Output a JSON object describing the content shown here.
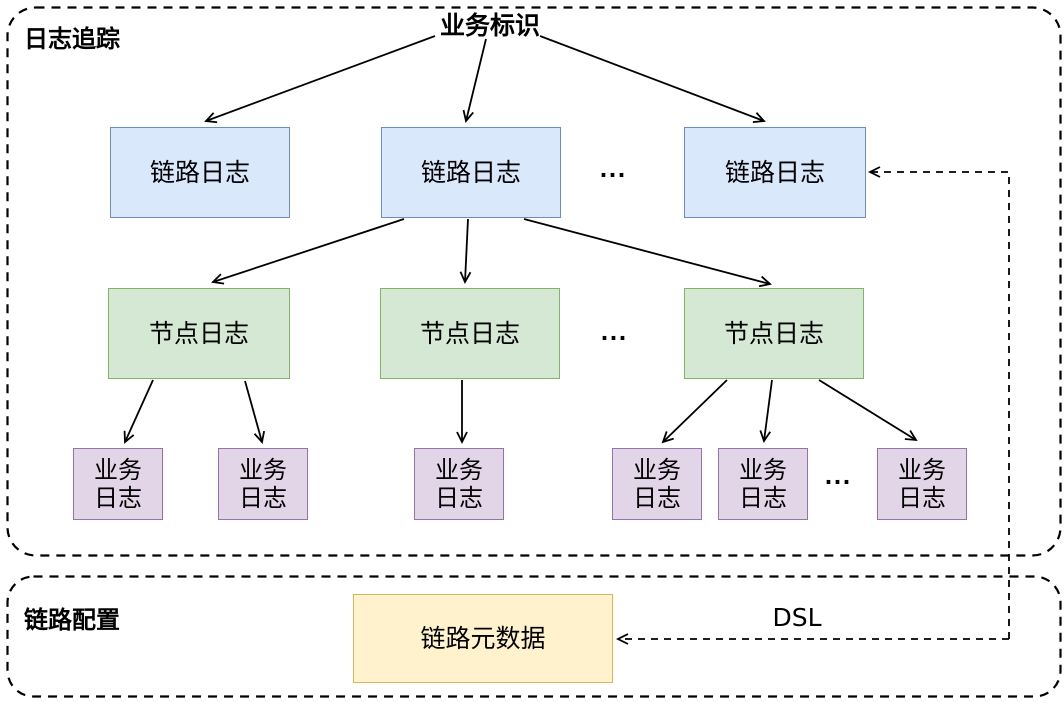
{
  "sections": {
    "tracing": {
      "title": "日志追踪"
    },
    "config": {
      "title": "链路配置"
    }
  },
  "root": {
    "label": "业务标识"
  },
  "nodes": {
    "link_logs": [
      "链路日志",
      "链路日志",
      "链路日志"
    ],
    "node_logs": [
      "节点日志",
      "节点日志",
      "节点日志"
    ],
    "business_logs": [
      "业务\n日志",
      "业务\n日志",
      "业务\n日志",
      "业务\n日志",
      "业务\n日志",
      "业务\n日志"
    ],
    "metadata": "链路元数据",
    "ellipsis": "..."
  },
  "labels": {
    "dsl": "DSL"
  },
  "colors": {
    "link_log_fill": "#dae8fc",
    "link_log_border": "#6c8ebf",
    "node_log_fill": "#d5e8d4",
    "node_log_border": "#82b366",
    "business_log_fill": "#e1d5e7",
    "business_log_border": "#9673a6",
    "metadata_fill": "#fff2cc",
    "metadata_border": "#d6b656",
    "line": "#000000"
  }
}
